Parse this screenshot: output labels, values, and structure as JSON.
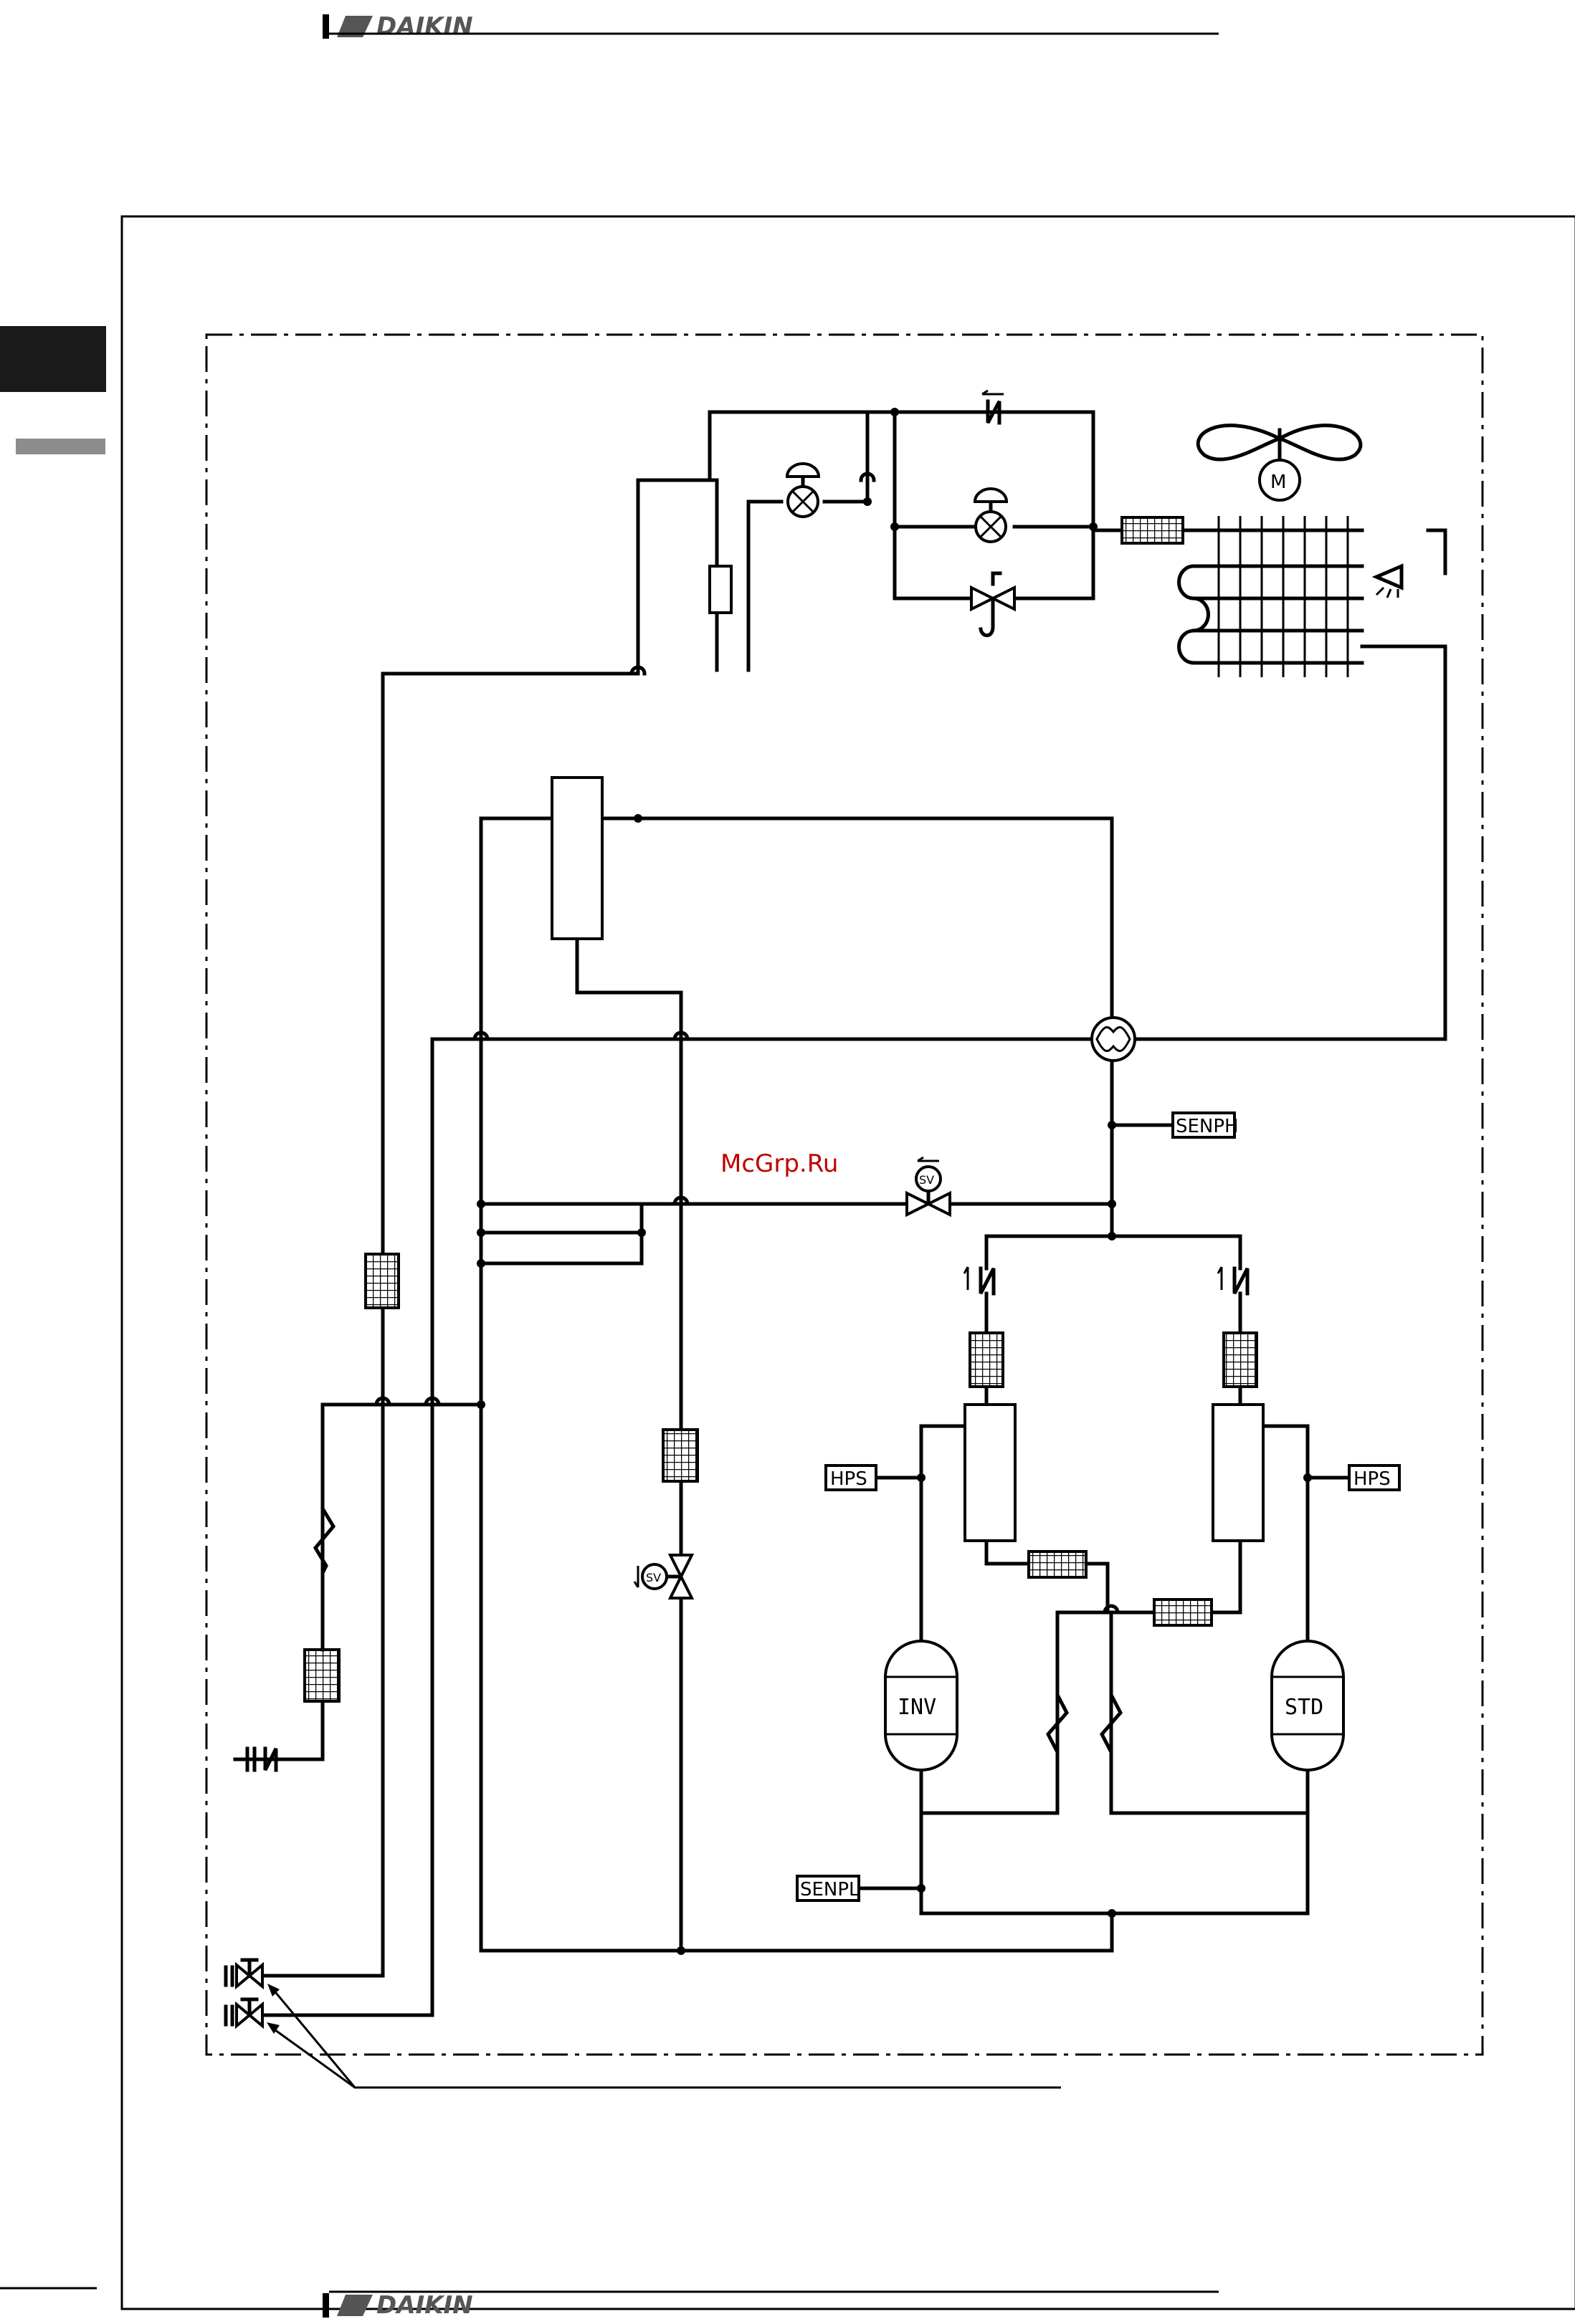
{
  "header": {
    "brand": "DAIKIN"
  },
  "footer": {
    "brand": "DAIKIN"
  },
  "watermark": "McGrp.Ru",
  "labels": {
    "senph": "SENPH",
    "senpl": "SENPL",
    "hps_left": "HPS",
    "hps_right": "HPS",
    "inv": "INV",
    "std": "STD",
    "motor": "M",
    "sv_upper": "SV",
    "sv_lower": "SV"
  },
  "colors": {
    "line": "#000000",
    "tab_dark": "#1a1a1a",
    "tab_gray": "#8c8c8c",
    "logo": "#555555",
    "watermark": "#c00000"
  }
}
